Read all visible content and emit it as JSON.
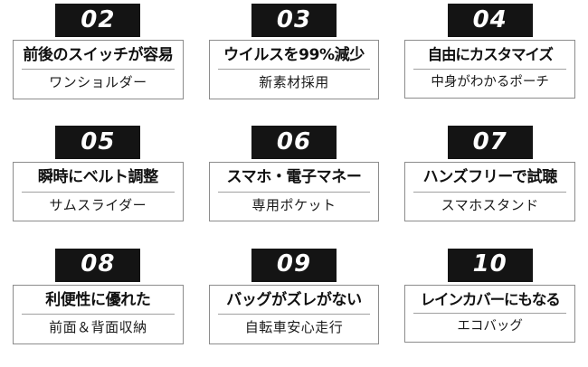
{
  "layout": {
    "columns": 3,
    "rows": 3,
    "background": "#ffffff",
    "badge_color": "#141414",
    "badge_text_color": "#ffffff",
    "card_border_color": "#8c8c8c",
    "divider_color": "#a0a0a0",
    "text_color": "#111111"
  },
  "features": [
    {
      "number": "02",
      "title": "前後のスイッチが容易",
      "subtitle": "ワンショルダー",
      "tight": false
    },
    {
      "number": "03",
      "title": "ウイルスを99%減少",
      "subtitle": "新素材採用",
      "tight": false
    },
    {
      "number": "04",
      "title": "自由にカスタマイズ",
      "subtitle": "中身がわかるポーチ",
      "tight": true
    },
    {
      "number": "05",
      "title": "瞬時にベルト調整",
      "subtitle": "サムスライダー",
      "tight": false
    },
    {
      "number": "06",
      "title": "スマホ・電子マネー",
      "subtitle": "専用ポケット",
      "tight": false
    },
    {
      "number": "07",
      "title": "ハンズフリーで試聴",
      "subtitle": "スマホスタンド",
      "tight": false
    },
    {
      "number": "08",
      "title": "利便性に優れた",
      "subtitle": "前面＆背面収納",
      "tight": false
    },
    {
      "number": "09",
      "title": "バッグがズレがない",
      "subtitle": "自転車安心走行",
      "tight": false
    },
    {
      "number": "10",
      "title": "レインカバーにもなる",
      "subtitle": "エコバッグ",
      "tight": true
    }
  ]
}
